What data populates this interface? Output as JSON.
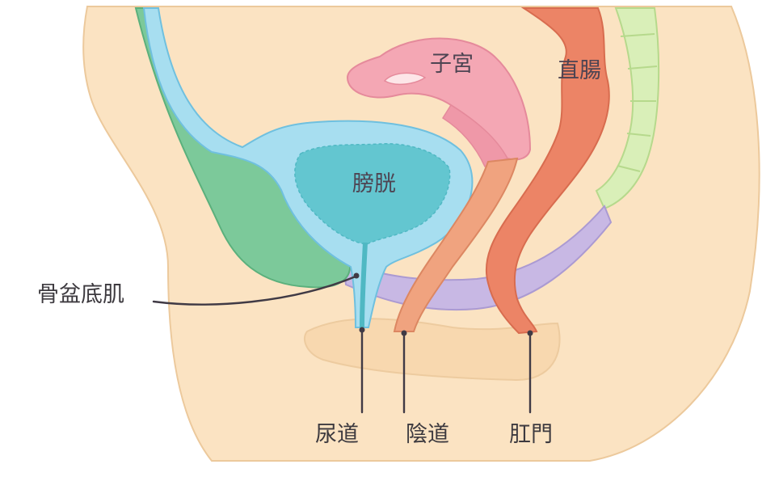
{
  "labels": {
    "uterus": "子宮",
    "rectum": "直腸",
    "bladder": "膀胱",
    "pelvic_floor": "骨盆底肌",
    "urethra": "尿道",
    "vagina": "陰道",
    "anus": "肛門"
  },
  "colors": {
    "skin": "#fbe3c2",
    "skin_outline": "#ecc99c",
    "pubic_bone": "#7cc99a",
    "bladder_outer": "#a7def0",
    "bladder_inner": "#63c6d0",
    "uterus": "#f4a7b4",
    "vagina": "#f0a37f",
    "rectum": "#ec8466",
    "pelvic_floor_muscle": "#c8b8e4",
    "spine": "#d9efb8",
    "leader_line": "#403a45"
  }
}
